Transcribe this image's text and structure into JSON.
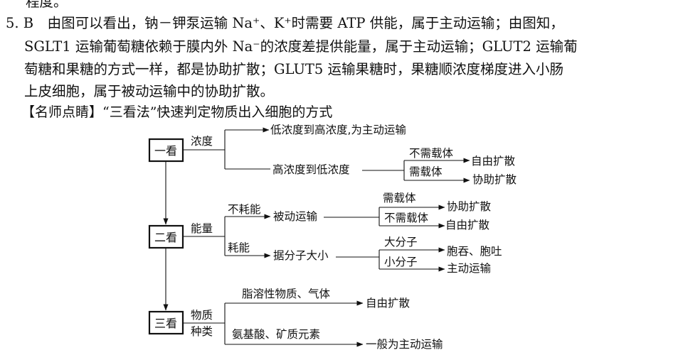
{
  "answer_text": {
    "line0": "程度。",
    "line1": "5. B　由图可以看出，钠－钾泵运输 Na⁺、K⁺时需要 ATP 供能，属于主动运输；由图知，",
    "line2": "SGLT1 运输葡萄糖依赖于膜内外 Na⁻的浓度差提供能量，属于主动运输；GLUT2 运输葡",
    "line3": "萄糖和果糖的方式一样，都是协助扩散；GLUT5 运输果糖时，果糖顺浓度梯度进入小肠",
    "line4": "上皮细胞，属于被动运输中的协助扩散。",
    "line5": "【名师点睛】“三看法”快速判定物质出入细胞的方式"
  },
  "diagram": {
    "step1": {
      "box": "一看",
      "factor": "浓度",
      "low_to_high": "低浓度到高浓度,为主动运输",
      "high_to_low": "高浓度到低浓度",
      "no_carrier": "不需载体",
      "no_carrier_result": "自由扩散",
      "carrier": "需载体",
      "carrier_result": "协助扩散"
    },
    "step2": {
      "box": "二看",
      "factor": "能量",
      "no_energy": "不耗能",
      "passive": "被动运输",
      "carrier": "需载体",
      "carrier_result": "协助扩散",
      "no_carrier": "不需载体",
      "no_carrier_result": "自由扩散",
      "energy": "耗能",
      "by_size": "据分子大小",
      "large": "大分子",
      "large_result": "胞吞、胞吐",
      "small": "小分子",
      "small_result": "主动运输"
    },
    "step3": {
      "box": "三看",
      "factor_line1": "物质",
      "factor_line2": "种类",
      "lipid": "脂溶性物质、气体",
      "lipid_result": "自由扩散",
      "amino": "氨基酸、矿质元素",
      "amino_result": "一般为主动运输"
    }
  }
}
